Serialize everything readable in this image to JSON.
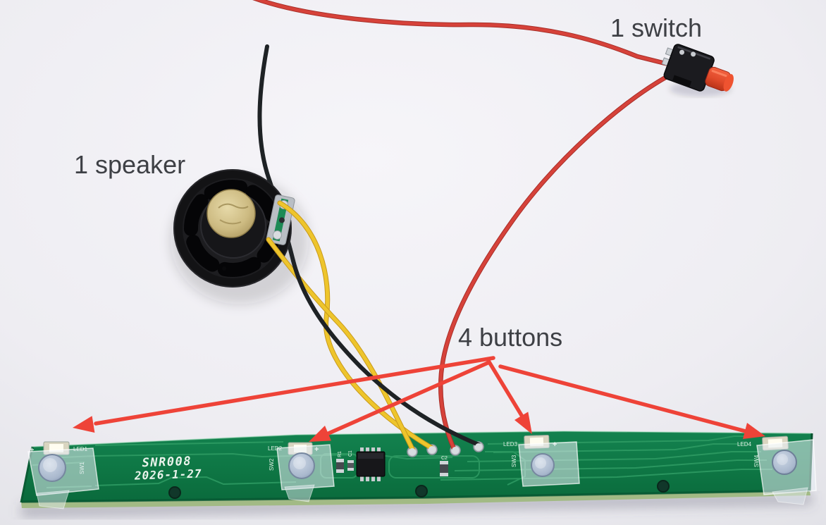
{
  "annotations": {
    "switch_label": "1 switch",
    "speaker_label": "1 speaker",
    "buttons_label": "4 buttons"
  },
  "pcb": {
    "model": "SNR008",
    "date": "2026-1-27",
    "plus": "+",
    "leds": [
      "LED1",
      "LED2",
      "LED3",
      "LED4"
    ],
    "switches": [
      "SW1",
      "SW2",
      "SW3",
      "SW4"
    ],
    "components": [
      "R1",
      "C1",
      "C2"
    ]
  },
  "colors": {
    "background": "#efeef3",
    "board_green": "#0e7a46",
    "trace_green": "#2f9c64",
    "silkscreen_white": "#eaf4ec",
    "wire_red": "#d6423a",
    "wire_yellow": "#eec52c",
    "wire_black": "#1e2225",
    "arrow_red": "#ee4338",
    "annotation_text": "#3e4045",
    "switch_plunger": "#e8502f",
    "speaker_dome_gold": "#cdbb82",
    "button_cap": "#a9b8cd"
  }
}
